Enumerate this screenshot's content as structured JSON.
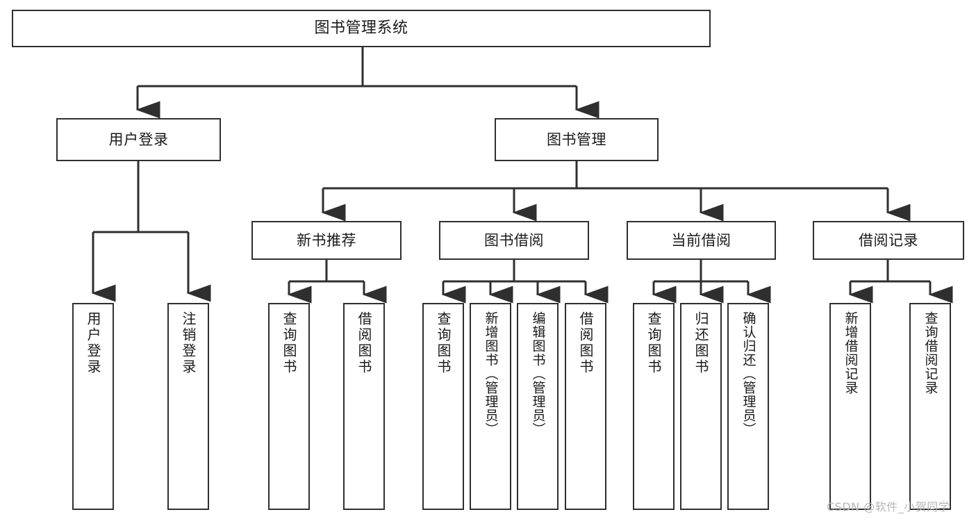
{
  "diagram": {
    "title": "图书管理系统",
    "type": "tree-hierarchy-diagram",
    "root": {
      "label": "图书管理系统"
    },
    "level2": [
      {
        "label": "用户登录"
      },
      {
        "label": "图书管理"
      }
    ],
    "level3": [
      {
        "label": "新书推荐"
      },
      {
        "label": "图书借阅"
      },
      {
        "label": "当前借阅"
      },
      {
        "label": "借阅记录"
      }
    ],
    "leaves": {
      "user_login": [
        {
          "label": "用户登录"
        },
        {
          "label": "注销登录"
        }
      ],
      "new_book_recommend": [
        {
          "label": "查询图书"
        },
        {
          "label": "借阅图书"
        }
      ],
      "book_borrow": [
        {
          "label": "查询图书"
        },
        {
          "label": "新增图书（管理员）"
        },
        {
          "label": "编辑图书（管理员）"
        },
        {
          "label": "借阅图书"
        }
      ],
      "current_borrow": [
        {
          "label": "查询图书"
        },
        {
          "label": "归还图书"
        },
        {
          "label": "确认归还（管理员）"
        }
      ],
      "borrow_record": [
        {
          "label": "新增借阅记录"
        },
        {
          "label": "查询借阅记录"
        }
      ]
    }
  },
  "watermark": {
    "text": "CSDN @软件_小贺同学"
  },
  "colors": {
    "border": "#2f2f2f",
    "background": "#ffffff",
    "text": "#1a1a1a",
    "watermark": "#b6b6b6"
  }
}
